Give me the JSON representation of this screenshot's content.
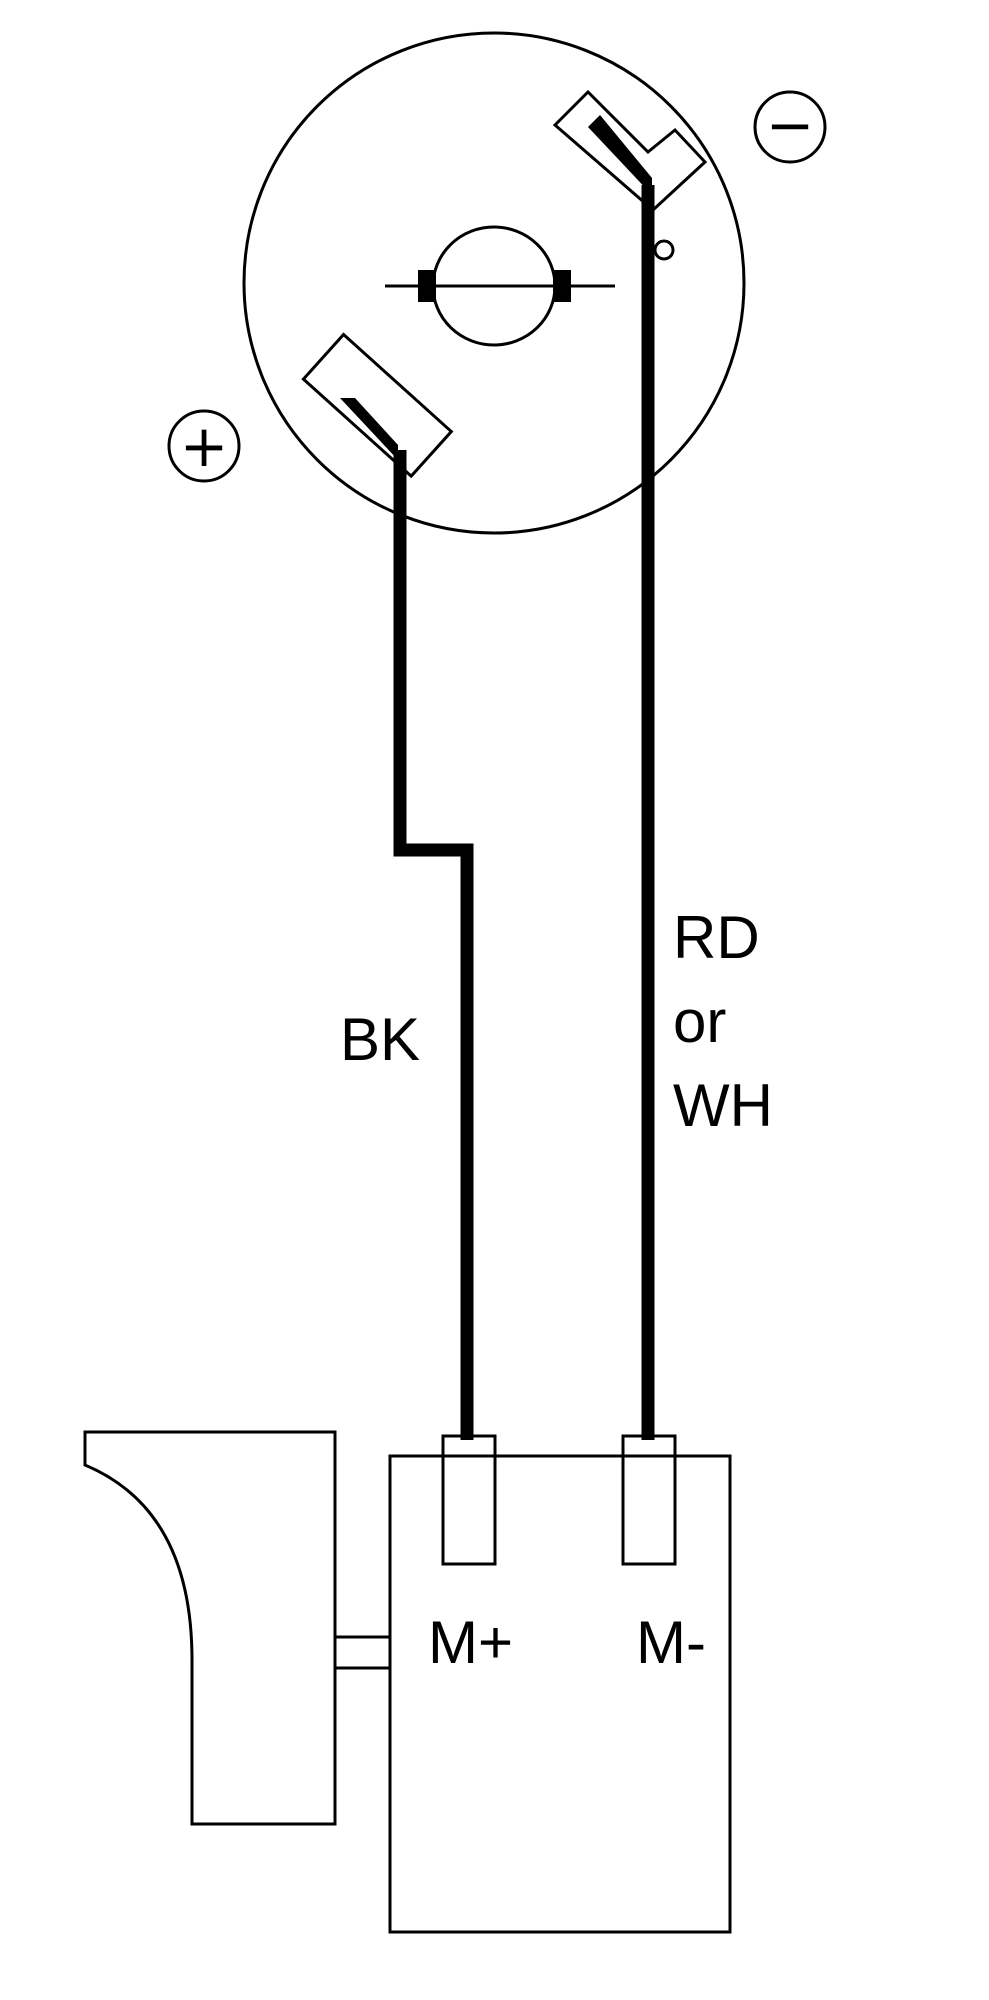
{
  "motor": {
    "positive_symbol": "+",
    "negative_symbol": "−"
  },
  "wires": {
    "left_label": "BK",
    "right_label_lines": [
      "RD",
      "or",
      "WH"
    ]
  },
  "switch": {
    "terminal_left_label": "M+",
    "terminal_right_label": "M-"
  }
}
